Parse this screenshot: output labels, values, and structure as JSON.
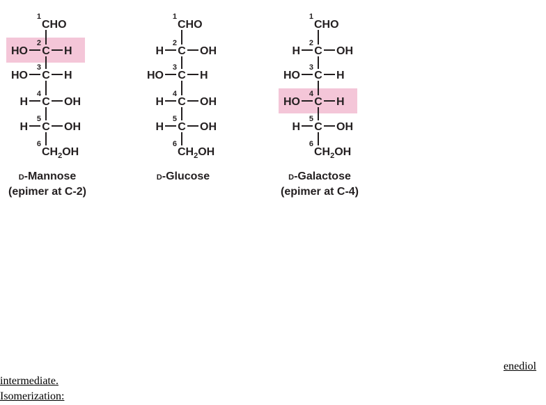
{
  "molecules": [
    {
      "name_prefix": "D",
      "name_main": "-Mannose",
      "subtitle": "(epimer at C-2)",
      "rows": [
        {
          "num": "1",
          "center": "CHO"
        },
        {
          "num": "2",
          "left": "HO",
          "center": "C",
          "right": "H",
          "highlight": true
        },
        {
          "num": "3",
          "left": "HO",
          "center": "C",
          "right": "H"
        },
        {
          "num": "4",
          "left": "H",
          "center": "C",
          "right": "OH"
        },
        {
          "num": "5",
          "left": "H",
          "center": "C",
          "right": "OH"
        },
        {
          "num": "6",
          "center": "CH",
          "sub": "2",
          "tail": "OH"
        }
      ]
    },
    {
      "name_prefix": "D",
      "name_main": "-Glucose",
      "subtitle": "",
      "rows": [
        {
          "num": "1",
          "center": "CHO"
        },
        {
          "num": "2",
          "left": "H",
          "center": "C",
          "right": "OH"
        },
        {
          "num": "3",
          "left": "HO",
          "center": "C",
          "right": "H"
        },
        {
          "num": "4",
          "left": "H",
          "center": "C",
          "right": "OH"
        },
        {
          "num": "5",
          "left": "H",
          "center": "C",
          "right": "OH"
        },
        {
          "num": "6",
          "center": "CH",
          "sub": "2",
          "tail": "OH"
        }
      ]
    },
    {
      "name_prefix": "D",
      "name_main": "-Galactose",
      "subtitle": "(epimer at C-4)",
      "rows": [
        {
          "num": "1",
          "center": "CHO"
        },
        {
          "num": "2",
          "left": "H",
          "center": "C",
          "right": "OH"
        },
        {
          "num": "3",
          "left": "HO",
          "center": "C",
          "right": "H"
        },
        {
          "num": "4",
          "left": "HO",
          "center": "C",
          "right": "H",
          "highlight": true
        },
        {
          "num": "5",
          "left": "H",
          "center": "C",
          "right": "OH"
        },
        {
          "num": "6",
          "center": "CH",
          "sub": "2",
          "tail": "OH"
        }
      ]
    }
  ],
  "notes": {
    "enediol": "enediol",
    "intermediate": "intermediate",
    "period": ".",
    "isomerization": "Isomerization",
    "colon": ":"
  }
}
